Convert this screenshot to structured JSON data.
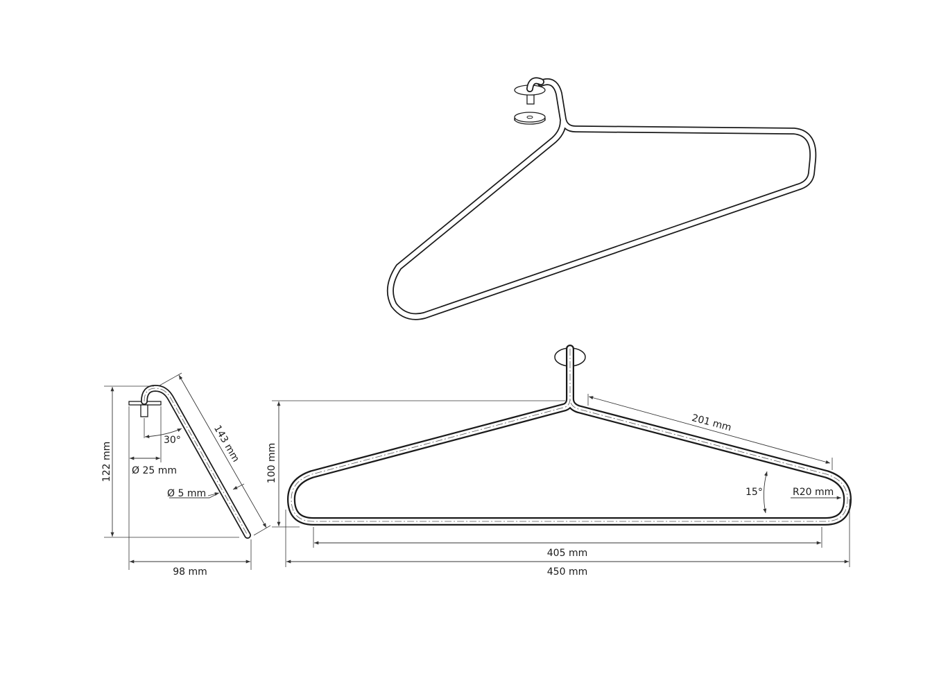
{
  "drawing": {
    "side_view": {
      "height_label": "122 mm",
      "width_label": "98 mm",
      "length_label": "143 mm",
      "angle_label": "30°",
      "disk_diameter_label": "Ø 25 mm",
      "wire_diameter_label": "Ø 5 mm"
    },
    "front_view": {
      "height_label": "100 mm",
      "inner_width_label": "405 mm",
      "overall_width_label": "450 mm",
      "arm_length_label": "201 mm",
      "angle_label": "15°",
      "radius_label": "R20 mm"
    },
    "colors": {
      "line": "#1a1a1a",
      "background": "#ffffff"
    }
  }
}
